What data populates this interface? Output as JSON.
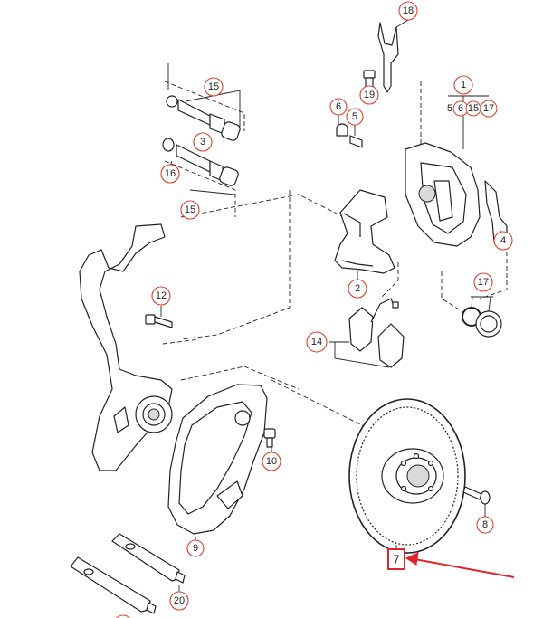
{
  "callouts": [
    {
      "id": "18",
      "label": "18"
    },
    {
      "id": "19",
      "label": "19"
    },
    {
      "id": "15a",
      "label": "15"
    },
    {
      "id": "6",
      "label": "6"
    },
    {
      "id": "5",
      "label": "5"
    },
    {
      "id": "1",
      "label": "1"
    },
    {
      "id": "3",
      "label": "3"
    },
    {
      "id": "16",
      "label": "16"
    },
    {
      "id": "15b",
      "label": "15"
    },
    {
      "id": "4",
      "label": "4"
    },
    {
      "id": "2",
      "label": "2"
    },
    {
      "id": "12",
      "label": "12"
    },
    {
      "id": "17",
      "label": "17"
    },
    {
      "id": "14",
      "label": "14"
    },
    {
      "id": "10",
      "label": "10"
    },
    {
      "id": "8",
      "label": "8"
    },
    {
      "id": "9",
      "label": "9"
    },
    {
      "id": "20",
      "label": "20"
    }
  ],
  "group_labels": {
    "g1_5": "5",
    "g1_6": "6",
    "g1_15": "15",
    "g1_17": "17"
  },
  "highlight": {
    "label": "7",
    "box_color": "#e0242a",
    "arrow_color": "#e0242a"
  },
  "colors": {
    "callout_ring": "#e0402a",
    "line": "#222222"
  }
}
